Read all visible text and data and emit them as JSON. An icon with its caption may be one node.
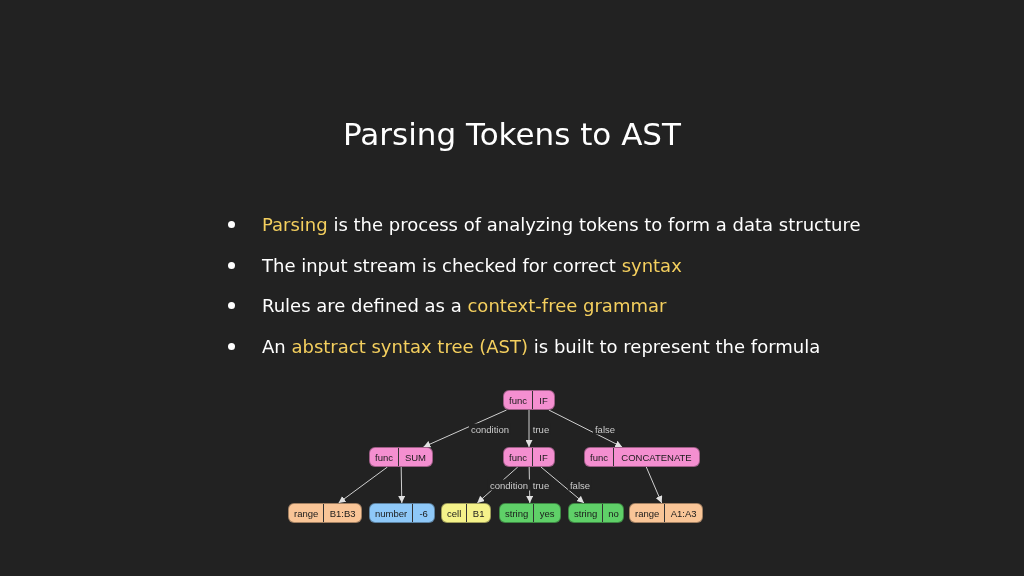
{
  "diagram": {
    "title": "Parsing Tokens to AST",
    "labels": [
      "*Parsing* is the process of analyzing tokens to form a data structure",
      "The input stream is checked for correct *syntax*",
      "Rules are defined as a *context-free grammar*",
      "An *abstract syntax tree (AST)* is built to represent the formula"
    ],
    "nodes": [
      {
        "text": [
          "func",
          "IF"
        ]
      },
      {
        "text": [
          "func",
          "SUM"
        ]
      },
      {
        "text": [
          "func",
          "IF"
        ]
      },
      {
        "text": [
          "func",
          "CONCATENATE"
        ]
      },
      {
        "text": [
          "range",
          "B1:B3"
        ]
      },
      {
        "text": [
          "number",
          "-6"
        ]
      },
      {
        "text": [
          "cell",
          "B1"
        ]
      },
      {
        "text": [
          "string",
          "yes"
        ]
      },
      {
        "text": [
          "string",
          "no"
        ]
      },
      {
        "text": [
          "range",
          "A1:A3"
        ]
      }
    ],
    "edges": [
      {
        "from": 0,
        "to": 1,
        "arrow": "to",
        "label": "condition"
      },
      {
        "from": 0,
        "to": 2,
        "arrow": "to",
        "label": "true"
      },
      {
        "from": 0,
        "to": 3,
        "arrow": "to",
        "label": "false"
      },
      {
        "from": 1,
        "to": 4,
        "arrow": "to"
      },
      {
        "from": 1,
        "to": 5,
        "arrow": "to"
      },
      {
        "from": 2,
        "to": 6,
        "arrow": "to",
        "label": "condition"
      },
      {
        "from": 2,
        "to": 7,
        "arrow": "to",
        "label": "true"
      },
      {
        "from": 2,
        "to": 8,
        "arrow": "to",
        "label": "false"
      },
      {
        "from": 3,
        "to": 9,
        "arrow": "to"
      }
    ]
  }
}
